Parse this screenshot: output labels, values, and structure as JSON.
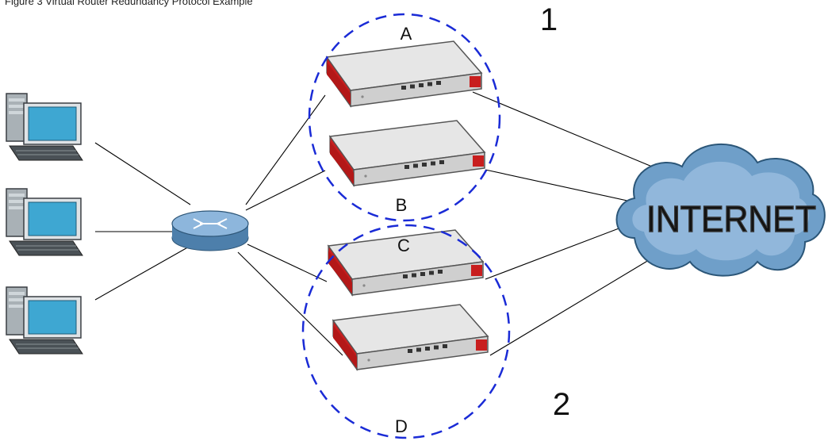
{
  "caption": "Figure 3 Virtual Router Redundancy Protocol Example",
  "groups": [
    {
      "number": "1",
      "devices": [
        "A",
        "B"
      ]
    },
    {
      "number": "2",
      "devices": [
        "C",
        "D"
      ]
    }
  ],
  "cloud_label": "INTERNET",
  "colors": {
    "group_outline": "#1a2bd6",
    "device_body": "#d4d4d4",
    "device_accent": "#c81e1e",
    "cloud_fill": "#6f9fc9",
    "switch_fill": "#8db6dc",
    "monitor_screen": "#3ea7d2",
    "line": "#000000"
  }
}
